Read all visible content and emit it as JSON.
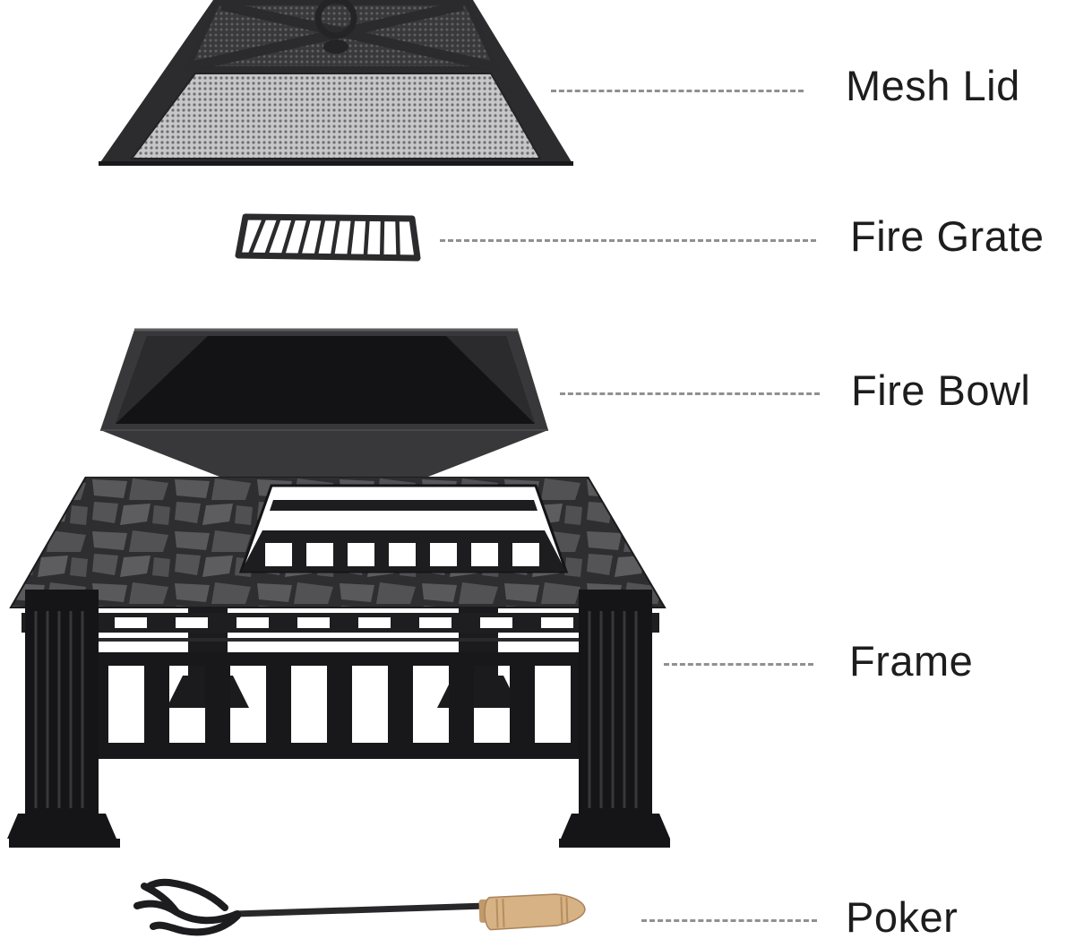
{
  "page": {
    "background": "#ffffff"
  },
  "diagram": {
    "type": "exploded-product-diagram",
    "product": "square fire pit table",
    "label_color": "#1d1d1d",
    "leader_line_color": "#909090",
    "leader_line_style": "dashed",
    "parts": [
      {
        "name": "mesh-lid",
        "label": "Mesh Lid"
      },
      {
        "name": "fire-grate",
        "label": "Fire Grate"
      },
      {
        "name": "fire-bowl",
        "label": "Fire Bowl"
      },
      {
        "name": "frame",
        "label": "Frame"
      },
      {
        "name": "poker",
        "label": "Poker"
      }
    ],
    "illustration_colors": {
      "metal_dark": "#232325",
      "metal_mid": "#3a3a3c",
      "mesh_light": "#c7c7c9",
      "stone_gray": "#565658",
      "wood_tan": "#d7b285"
    }
  }
}
